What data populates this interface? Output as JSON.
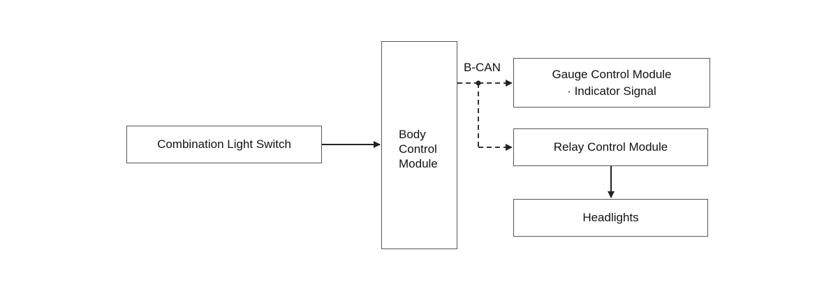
{
  "diagram": {
    "nodes": {
      "combination_switch": {
        "label": "Combination Light Switch"
      },
      "body_control_module": {
        "lines": [
          "Body",
          "Control",
          "Module"
        ]
      },
      "gauge_control_module": {
        "lines": [
          "Gauge Control Module",
          "· Indicator Signal"
        ]
      },
      "relay_control_module": {
        "label": "Relay Control Module"
      },
      "headlights": {
        "label": "Headlights"
      }
    },
    "bus_label": "B-CAN",
    "colors": {
      "border": "#555555",
      "line": "#222222",
      "text": "#111111"
    }
  }
}
